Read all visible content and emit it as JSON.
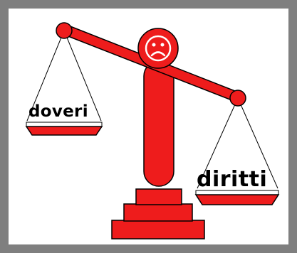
{
  "illustration": {
    "left_pan_label": "doveri",
    "right_pan_label": "diritti",
    "face_expression": "sad",
    "colors": {
      "accent": "#ee1c1c",
      "frame": "#7f7f7f",
      "background": "#ffffff",
      "outline": "#000000"
    }
  }
}
